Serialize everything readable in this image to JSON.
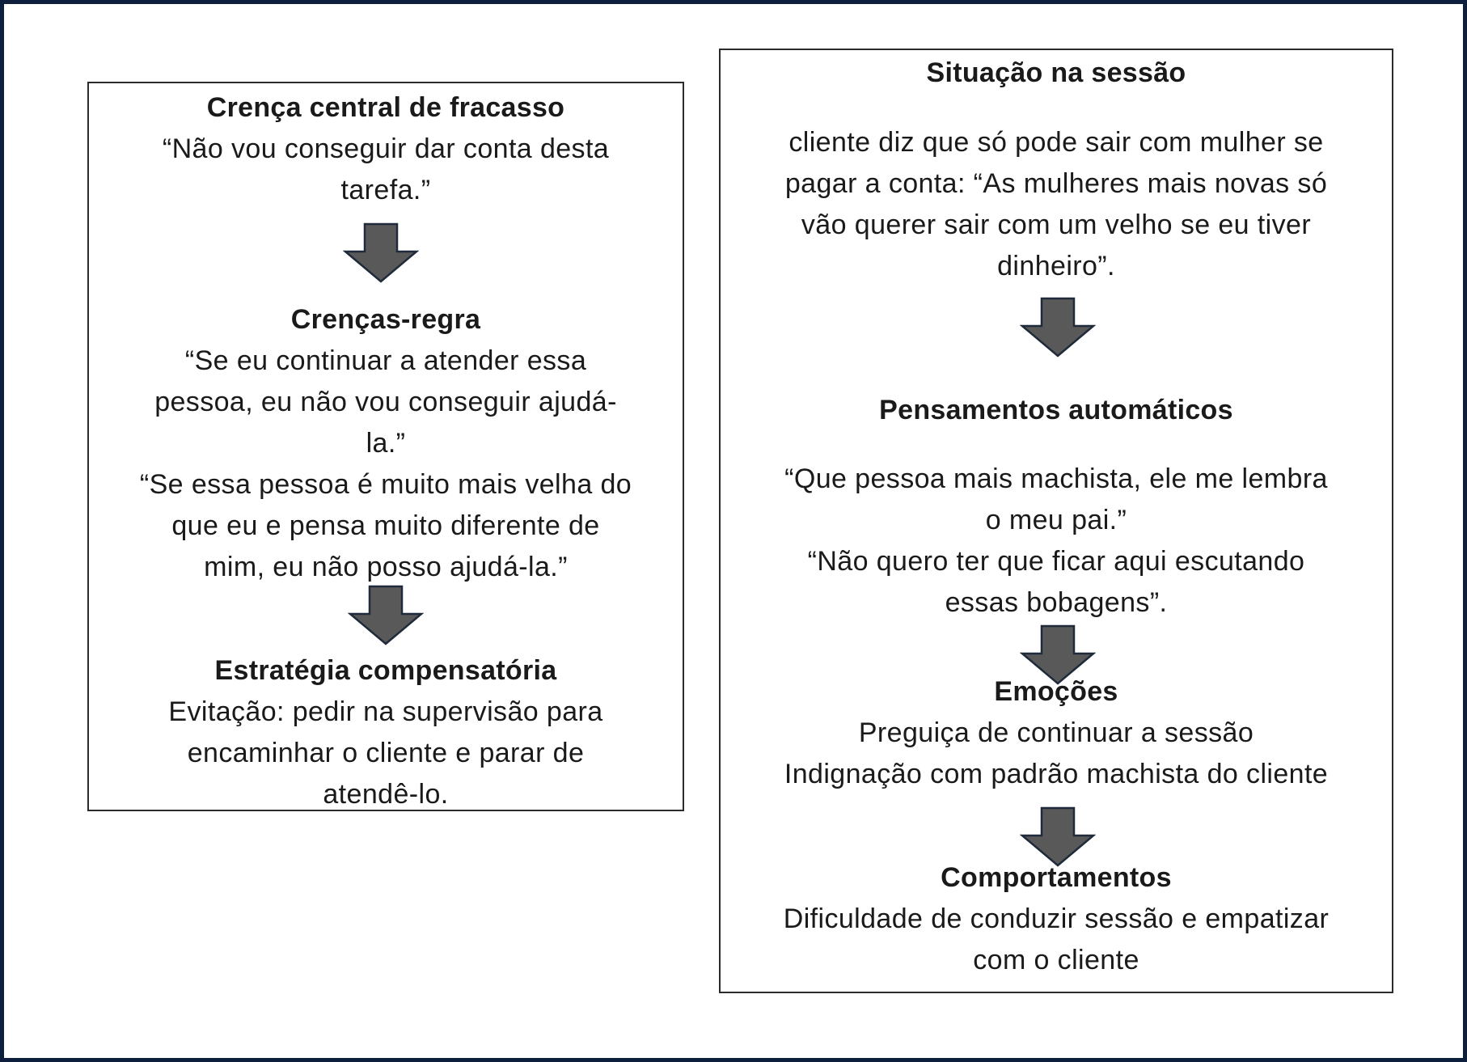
{
  "left_panel": {
    "core_belief": {
      "title": "Crença central de fracasso",
      "lines": [
        "“Não vou conseguir dar conta desta",
        "tarefa.”"
      ]
    },
    "rule_beliefs": {
      "title": "Crenças-regra",
      "lines": [
        "“Se eu continuar a atender essa",
        "pessoa, eu não vou conseguir ajudá-",
        "la.”",
        "“Se essa pessoa é muito mais velha do",
        "que eu e pensa muito diferente de",
        "mim, eu não posso ajudá-la.”"
      ]
    },
    "compensatory_strategy": {
      "title": "Estratégia compensatória",
      "lines": [
        "Evitação: pedir na supervisão para",
        "encaminhar o cliente e parar de",
        "atendê-lo."
      ]
    }
  },
  "right_panel": {
    "situation": {
      "title": "Situação na sessão",
      "lines": [
        "cliente diz que só pode sair com mulher se",
        "pagar a conta: “As mulheres mais novas só",
        "vão querer sair com um velho se eu tiver",
        "dinheiro”."
      ]
    },
    "automatic_thoughts": {
      "title": "Pensamentos automáticos",
      "lines": [
        "“Que pessoa mais machista, ele me lembra",
        "o meu pai.”",
        "“Não quero ter que ficar aqui escutando",
        "essas bobagens”."
      ]
    },
    "emotions": {
      "title": "Emoções",
      "lines": [
        "Preguiça de continuar a sessão",
        "Indignação com padrão machista do cliente"
      ]
    },
    "behaviors": {
      "title": "Comportamentos",
      "lines": [
        "Dificuldade de conduzir sessão e empatizar",
        "com o cliente"
      ]
    }
  },
  "colors": {
    "frame_border": "#0e1f3d",
    "box_border": "#2b2b2b",
    "arrow_fill": "#595959",
    "arrow_stroke": "#1f2a3a"
  },
  "icons": {
    "flow_arrow": "down-arrow-icon"
  }
}
